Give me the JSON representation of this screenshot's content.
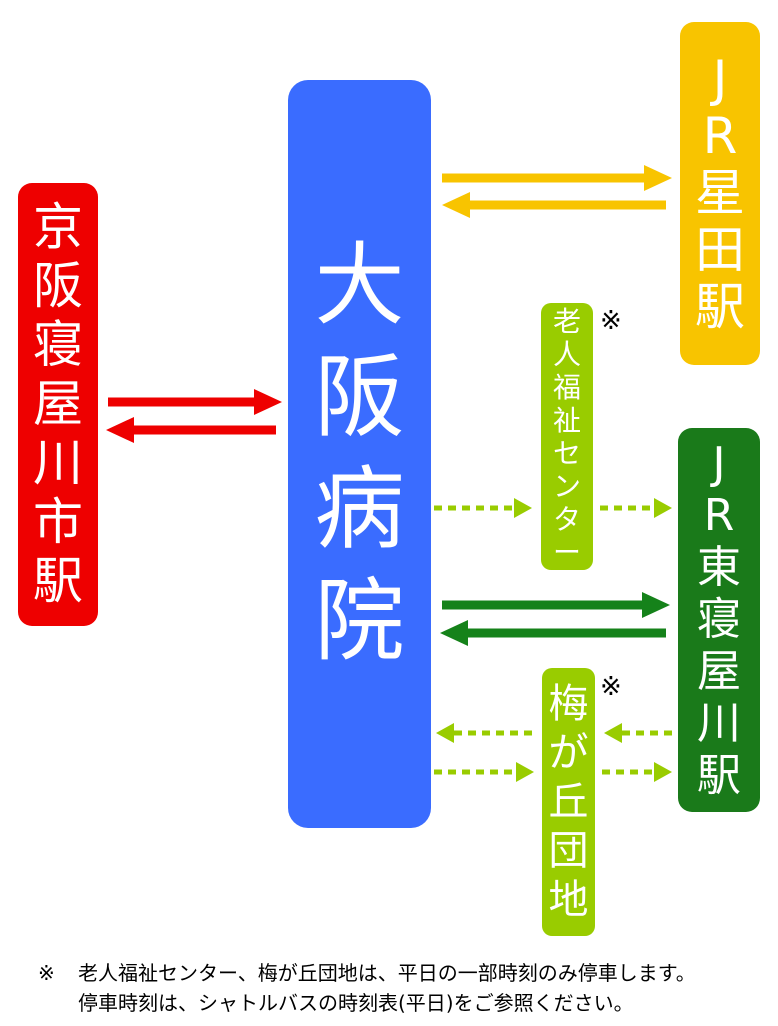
{
  "colors": {
    "keihan": "#ee0000",
    "hospital": "#3a6cff",
    "hoshida": "#f8c400",
    "higashi": "#1a7a1a",
    "green_arrow": "#15821a",
    "light_green": "#99cc00"
  },
  "nodes": {
    "keihan": [
      "京",
      "阪",
      "寝",
      "屋",
      "川",
      "市",
      "駅"
    ],
    "hospital": [
      "大",
      "阪",
      "病",
      "院"
    ],
    "hoshida": [
      "J",
      "R",
      "星",
      "田",
      "駅"
    ],
    "higashi": [
      "J",
      "R",
      "東",
      "寝",
      "屋",
      "川",
      "駅"
    ],
    "center": [
      "老",
      "人",
      "福",
      "祉",
      "セ",
      "ン",
      "タ",
      "ー"
    ],
    "umega": [
      "梅",
      "が",
      "丘",
      "団",
      "地"
    ]
  },
  "marks": {
    "center": "※",
    "umega": "※"
  },
  "footnote": {
    "symbol": "※",
    "line1": "老人福祉センター、梅が丘団地は、平日の一部時刻のみ停車します。",
    "line2": "停車時刻は、シャトルバスの時刻表(平日)をご参照ください。"
  }
}
